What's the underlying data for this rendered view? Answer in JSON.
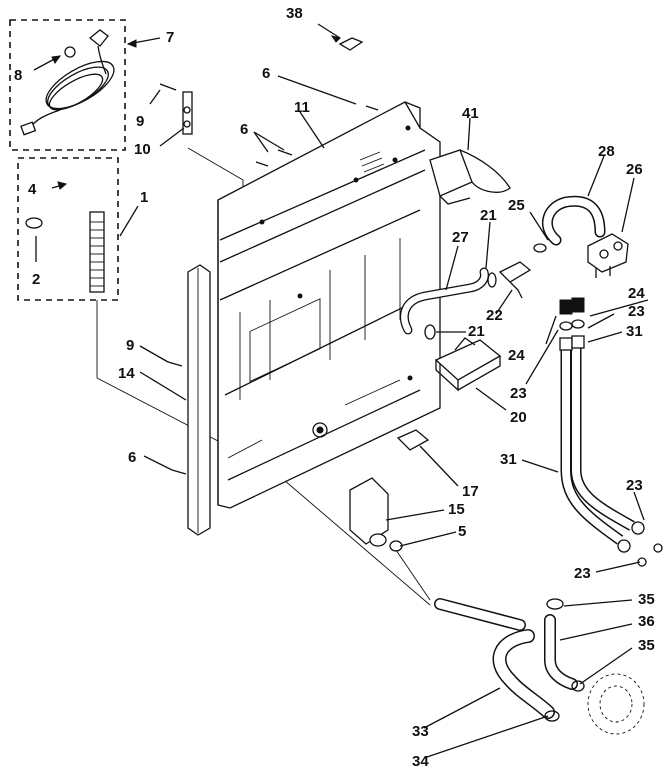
{
  "diagram": {
    "callouts": [
      {
        "id": "c38",
        "text": "38"
      },
      {
        "id": "c7",
        "text": "7"
      },
      {
        "id": "c8",
        "text": "8"
      },
      {
        "id": "c6a",
        "text": "6"
      },
      {
        "id": "c11",
        "text": "11"
      },
      {
        "id": "c41",
        "text": "41"
      },
      {
        "id": "c9a",
        "text": "9"
      },
      {
        "id": "c6b",
        "text": "6"
      },
      {
        "id": "c10",
        "text": "10"
      },
      {
        "id": "c28",
        "text": "28"
      },
      {
        "id": "c26",
        "text": "26"
      },
      {
        "id": "c4",
        "text": "4"
      },
      {
        "id": "c1",
        "text": "1"
      },
      {
        "id": "c25",
        "text": "25"
      },
      {
        "id": "c21a",
        "text": "21"
      },
      {
        "id": "c27",
        "text": "27"
      },
      {
        "id": "c2",
        "text": "2"
      },
      {
        "id": "c24a",
        "text": "24"
      },
      {
        "id": "c23a",
        "text": "23"
      },
      {
        "id": "c22",
        "text": "22"
      },
      {
        "id": "c31a",
        "text": "31"
      },
      {
        "id": "c21b",
        "text": "21"
      },
      {
        "id": "c9b",
        "text": "9"
      },
      {
        "id": "c24b",
        "text": "24"
      },
      {
        "id": "c14",
        "text": "14"
      },
      {
        "id": "c23b",
        "text": "23"
      },
      {
        "id": "c20",
        "text": "20"
      },
      {
        "id": "c6c",
        "text": "6"
      },
      {
        "id": "c31b",
        "text": "31"
      },
      {
        "id": "c17",
        "text": "17"
      },
      {
        "id": "c23c",
        "text": "23"
      },
      {
        "id": "c15",
        "text": "15"
      },
      {
        "id": "c5",
        "text": "5"
      },
      {
        "id": "c23d",
        "text": "23"
      },
      {
        "id": "c35a",
        "text": "35"
      },
      {
        "id": "c36",
        "text": "36"
      },
      {
        "id": "c35b",
        "text": "35"
      },
      {
        "id": "c33",
        "text": "33"
      },
      {
        "id": "c34",
        "text": "34"
      }
    ]
  }
}
